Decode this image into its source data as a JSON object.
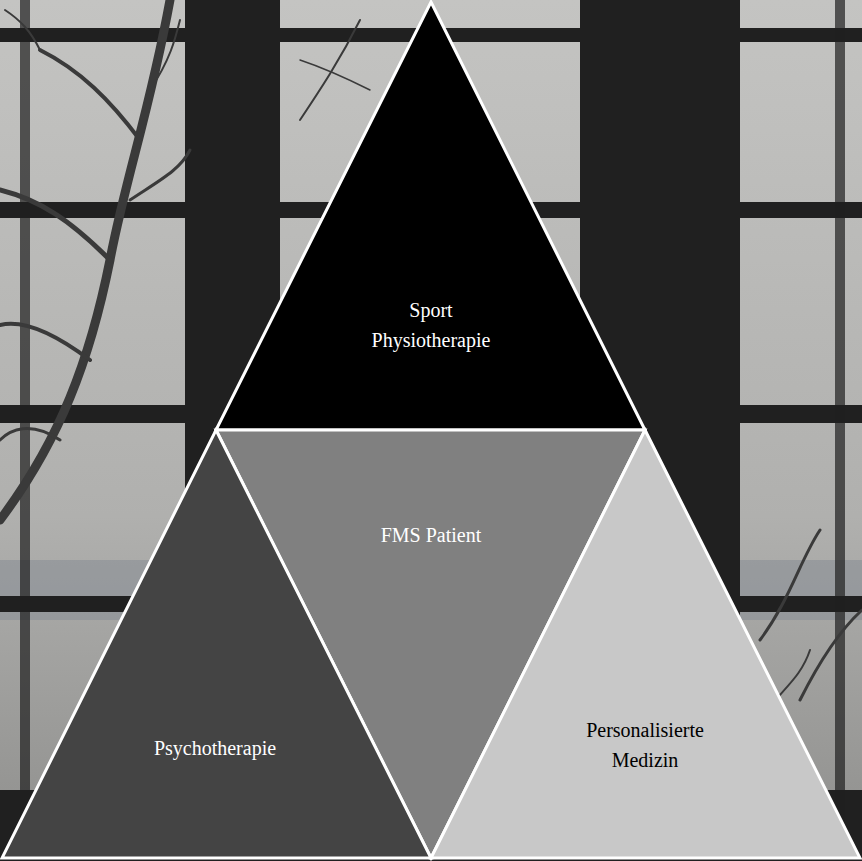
{
  "diagram": {
    "nodes": [
      {
        "text": [
          "Sport Physiotherapie"
        ]
      },
      {
        "text": [
          "FMS Patient"
        ]
      },
      {
        "text": [
          "Psychotherapie"
        ]
      },
      {
        "text": [
          "Personalisierte Medizin"
        ]
      }
    ]
  }
}
